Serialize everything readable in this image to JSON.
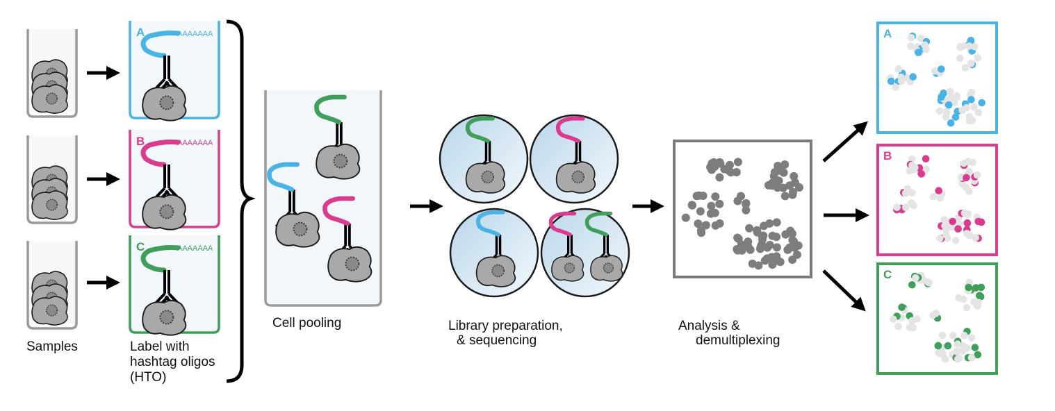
{
  "captions": {
    "samples": "Samples",
    "label_line1": "Label with",
    "label_line2": "hashtag oligos",
    "label_line3": "(HTO)",
    "pooling": "Cell pooling",
    "library_line1": "Library preparation,",
    "library_line2": "& sequencing",
    "analysis_line1": "Analysis &",
    "analysis_line2": "demultiplexing"
  },
  "samples": [
    {
      "letter": "A",
      "poly_a": "AAAAAAA",
      "color": "#4ab3e6"
    },
    {
      "letter": "B",
      "poly_a": "AAAAAAA",
      "color": "#db3b8e"
    },
    {
      "letter": "C",
      "poly_a": "AAAAAAA",
      "color": "#3e9e5a"
    }
  ],
  "colors": {
    "tube_outline": "#9a9a9a",
    "cell_fill": "#a9a9a9",
    "cell_fill_light": "#c9c9c9",
    "cluster_gray": "#7d7d7d",
    "background_point": "#e4e4e4",
    "arrow": "#000000"
  },
  "icons": [
    "test-tube-icon",
    "cell-icon",
    "antibody-icon",
    "oligo-icon",
    "droplet-icon",
    "arrow-icon",
    "brace-icon"
  ]
}
